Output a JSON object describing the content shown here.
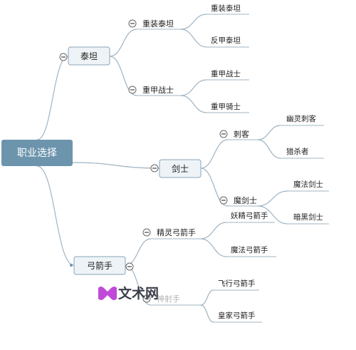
{
  "root": {
    "label": "职业选择"
  },
  "branches": [
    {
      "label": "泰坦",
      "children": [
        {
          "label": "重装泰坦",
          "children": [
            "重装泰坦",
            "反甲泰坦"
          ]
        },
        {
          "label": "重甲战士",
          "children": [
            "重甲战士",
            "重甲骑士"
          ]
        }
      ]
    },
    {
      "label": "剑士",
      "children": [
        {
          "label": "刺客",
          "children": [
            "幽灵刺客",
            "猎杀者"
          ]
        },
        {
          "label": "魔剑士",
          "children": [
            "魔法剑士",
            "暗黑剑士"
          ]
        }
      ]
    },
    {
      "label": "弓箭手",
      "children": [
        {
          "label": "精灵弓箭手",
          "children": [
            "妖精弓箭手",
            "魔法弓箭手"
          ]
        },
        {
          "label": "神射手",
          "children": [
            "飞行弓箭手",
            "皇家弓箭手"
          ]
        }
      ]
    }
  ],
  "watermark": {
    "text": "文术网",
    "logo_color": "#c04ad8"
  },
  "colors": {
    "root_fill": "#6d94ad",
    "branch_fill": "#eef3f7",
    "line": "#9fb4c3"
  }
}
